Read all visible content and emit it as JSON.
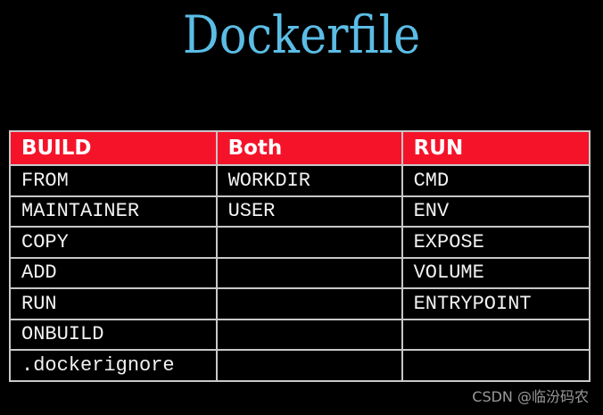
{
  "title": "Dockerfile",
  "table": {
    "headers": [
      "BUILD",
      "Both",
      "RUN"
    ],
    "rows": [
      [
        "FROM",
        "WORKDIR",
        "CMD"
      ],
      [
        "MAINTAINER",
        "USER",
        "ENV"
      ],
      [
        "COPY",
        "",
        "EXPOSE"
      ],
      [
        "ADD",
        "",
        "VOLUME"
      ],
      [
        "RUN",
        "",
        "ENTRYPOINT"
      ],
      [
        "ONBUILD",
        "",
        ""
      ],
      [
        ".dockerignore",
        "",
        ""
      ]
    ]
  },
  "watermark": "CSDN @临汾码农",
  "colors": {
    "title": "#5bbde6",
    "header_bg": "#f5132a",
    "background": "#000000",
    "grid": "#c8c8c8"
  }
}
